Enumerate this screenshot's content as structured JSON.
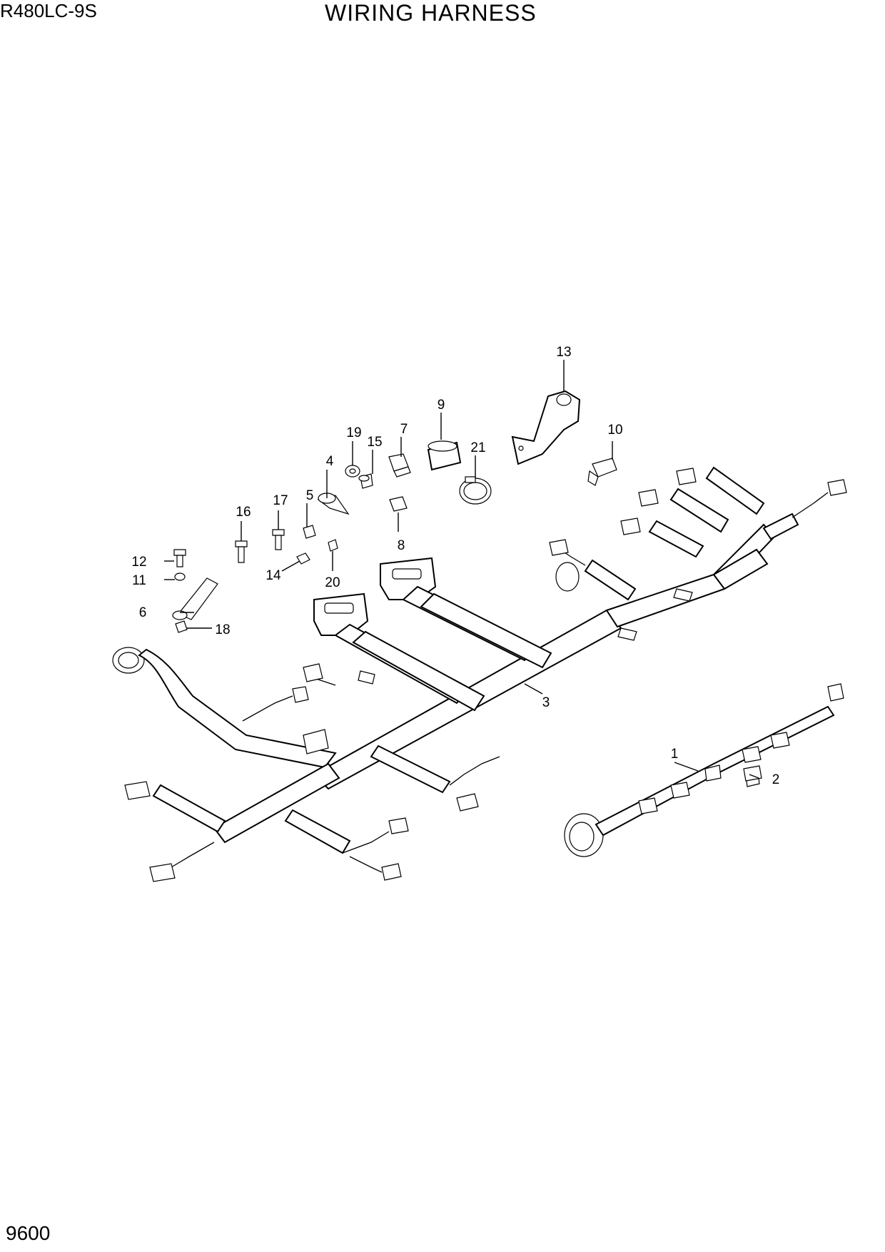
{
  "header": {
    "model": "R480LC-9S",
    "title": "WIRING HARNESS"
  },
  "footer": {
    "page_number": "9600"
  },
  "callouts": {
    "c1": "1",
    "c2": "2",
    "c3": "3",
    "c4": "4",
    "c5": "5",
    "c6": "6",
    "c7": "7",
    "c8": "8",
    "c9": "9",
    "c10": "10",
    "c11": "11",
    "c12": "12",
    "c13": "13",
    "c14": "14",
    "c15": "15",
    "c16": "16",
    "c17": "17",
    "c18": "18",
    "c19": "19",
    "c20": "20",
    "c21": "21"
  }
}
